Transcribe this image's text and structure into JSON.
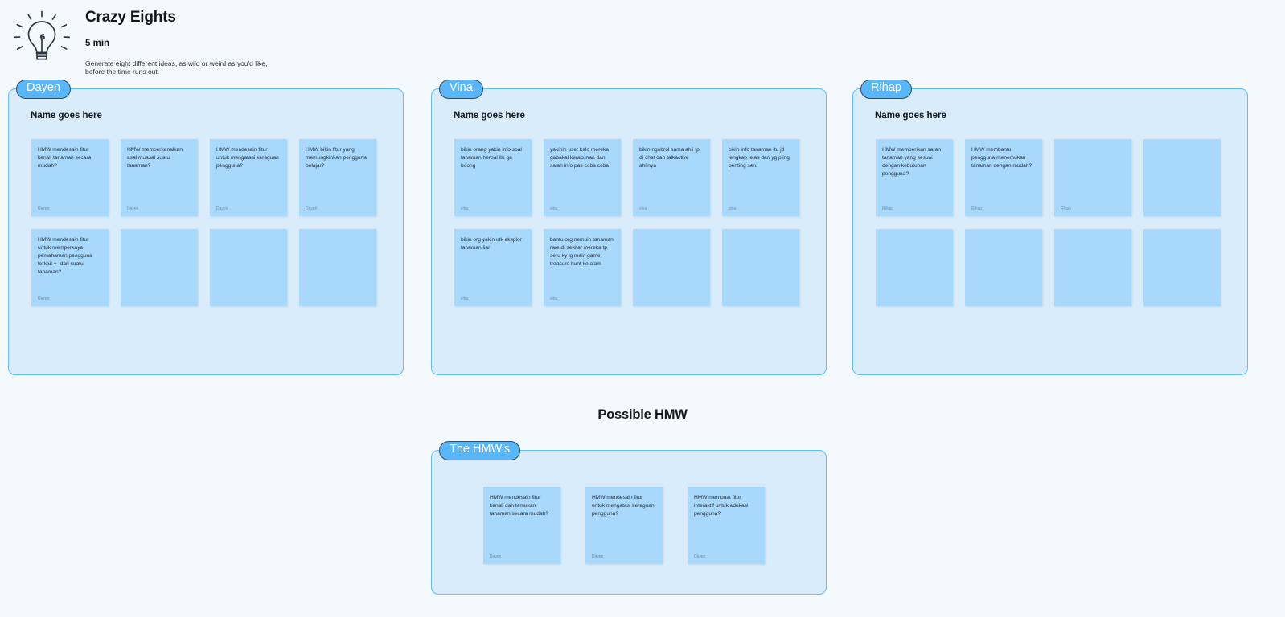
{
  "header": {
    "icon": "lightbulb-icon",
    "title": "Crazy Eights",
    "duration": "5 min",
    "description": "Generate eight different ideas, as wild or weird as you'd like, before the time runs out."
  },
  "colors": {
    "page_background": "#f4f9fd",
    "panel_background": "#d8ecfb",
    "panel_border": "#5fbdfb",
    "badge_background": "#59b6f9",
    "badge_border": "#2f4a63",
    "note_background": "#a8d8fb",
    "note_text": "#1b2836",
    "note_author": "#6d8faa",
    "heading_text": "#13171f"
  },
  "panels": [
    {
      "badge": "Dayen",
      "subtitle": "Name goes here",
      "notes": [
        {
          "text": "HMW mendesain fitur kenali tanaman secara mudah?",
          "author": "Dayen"
        },
        {
          "text": "HMW memperkenalkan asal muasal suatu tanaman?",
          "author": "Dayen"
        },
        {
          "text": "HMW mendesain fitur untuk mengatasi keraguan pengguna?",
          "author": "Dayen"
        },
        {
          "text": "HMW bikin fitur yang memungkinkan pengguna belajar?",
          "author": "Dayen"
        },
        {
          "text": "HMW mendesain fitur untuk memperkaya pemahaman pengguna terkait +- dari suatu tanaman?",
          "author": "Dayen"
        },
        {
          "text": "",
          "author": ""
        },
        {
          "text": "",
          "author": ""
        },
        {
          "text": "",
          "author": ""
        }
      ]
    },
    {
      "badge": "Vina",
      "subtitle": "Name goes here",
      "notes": [
        {
          "text": "bikin orang yakin info soal tanaman herbal itu ga boong",
          "author": "vina"
        },
        {
          "text": "yakinin user kalo mereka gabakal keracunan dan salah info pas coba coba",
          "author": "vina"
        },
        {
          "text": "bikin ngobrol sama ahli tp di chat dan talkactive ahlinya",
          "author": "vina"
        },
        {
          "text": "bikin info tanaman itu jd lengkap jelas dan yg pling penting seru",
          "author": "vina"
        },
        {
          "text": "bikin org yakin utk eksplor tanaman liar",
          "author": "vina"
        },
        {
          "text": "bantu org nemuin tanaman rare di sekitar mereka tp seru ky lg main game, treasure hunt ke alam",
          "author": "vina"
        },
        {
          "text": "",
          "author": ""
        },
        {
          "text": "",
          "author": ""
        }
      ]
    },
    {
      "badge": "Rihap",
      "subtitle": "Name goes here",
      "notes": [
        {
          "text": "HMW memberikan saran tanaman yang sesuai dengan kebutuhan pengguna?",
          "author": "Rihap"
        },
        {
          "text": "HMW membantu pengguna menemukan tanaman dengan mudah?",
          "author": "Rihap"
        },
        {
          "text": "",
          "author": "Rihap"
        },
        {
          "text": "",
          "author": ""
        },
        {
          "text": "",
          "author": ""
        },
        {
          "text": "",
          "author": ""
        },
        {
          "text": "",
          "author": ""
        },
        {
          "text": "",
          "author": ""
        }
      ]
    }
  ],
  "possible_hmw": {
    "section_title": "Possible HMW",
    "badge": "The HMW's",
    "notes": [
      {
        "text": "HMW mendesain fitur kenali dan temukan tanaman secara mudah?",
        "author": "Dayen"
      },
      {
        "text": "HMW mendesain fitur untuk mengatasi keraguan pengguna?",
        "author": "Dayen"
      },
      {
        "text": "HMW membuat fitur interaktif untuk edukasi pengguna?",
        "author": "Dayen"
      }
    ]
  }
}
